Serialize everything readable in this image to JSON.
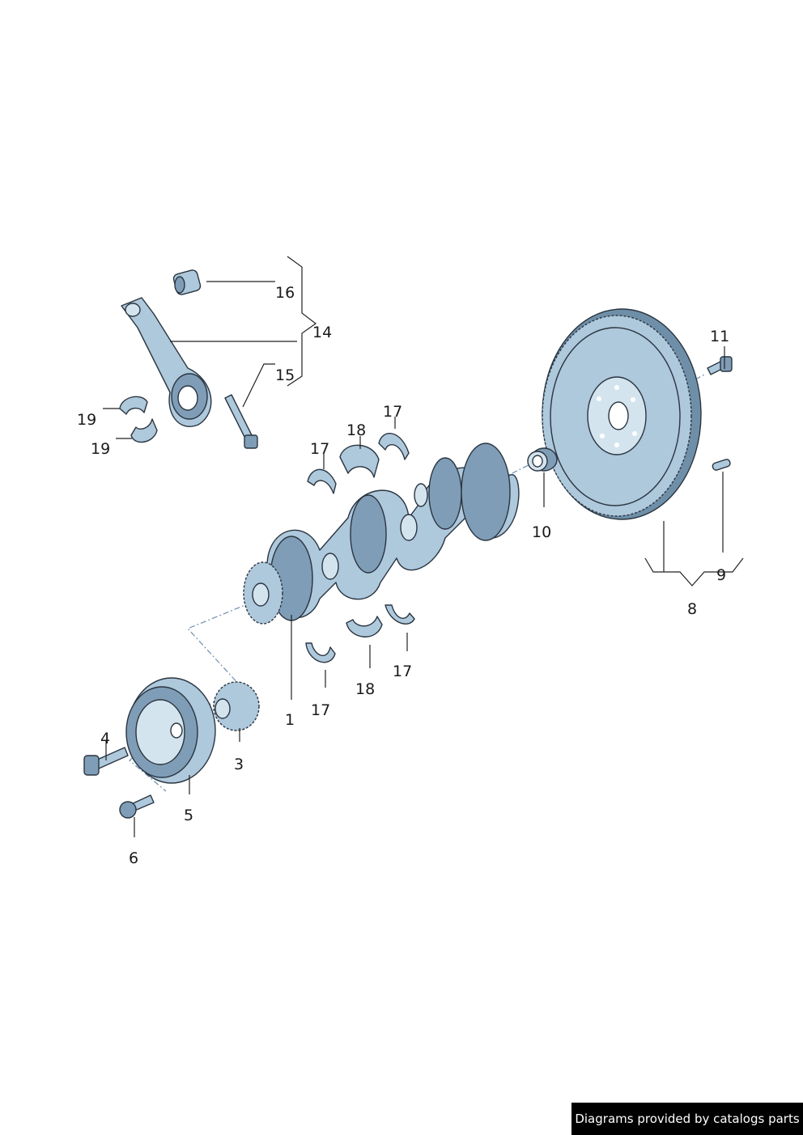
{
  "labels": {
    "l1": "1",
    "l3": "3",
    "l4": "4",
    "l5": "5",
    "l6": "6",
    "l8": "8",
    "l9": "9",
    "l10": "10",
    "l11": "11",
    "l14": "14",
    "l15": "15",
    "l16": "16",
    "l17a": "17",
    "l17b": "17",
    "l17c": "17",
    "l17d": "17",
    "l18a": "18",
    "l18b": "18",
    "l19a": "19",
    "l19b": "19"
  },
  "credit": "Diagrams provided by catalogs parts",
  "colors": {
    "part_fill": "#aec8dc",
    "part_shade": "#7f9db6",
    "axis_line": "#6f8fb0",
    "credit_bg": "#000000",
    "credit_text": "#ffffff"
  }
}
